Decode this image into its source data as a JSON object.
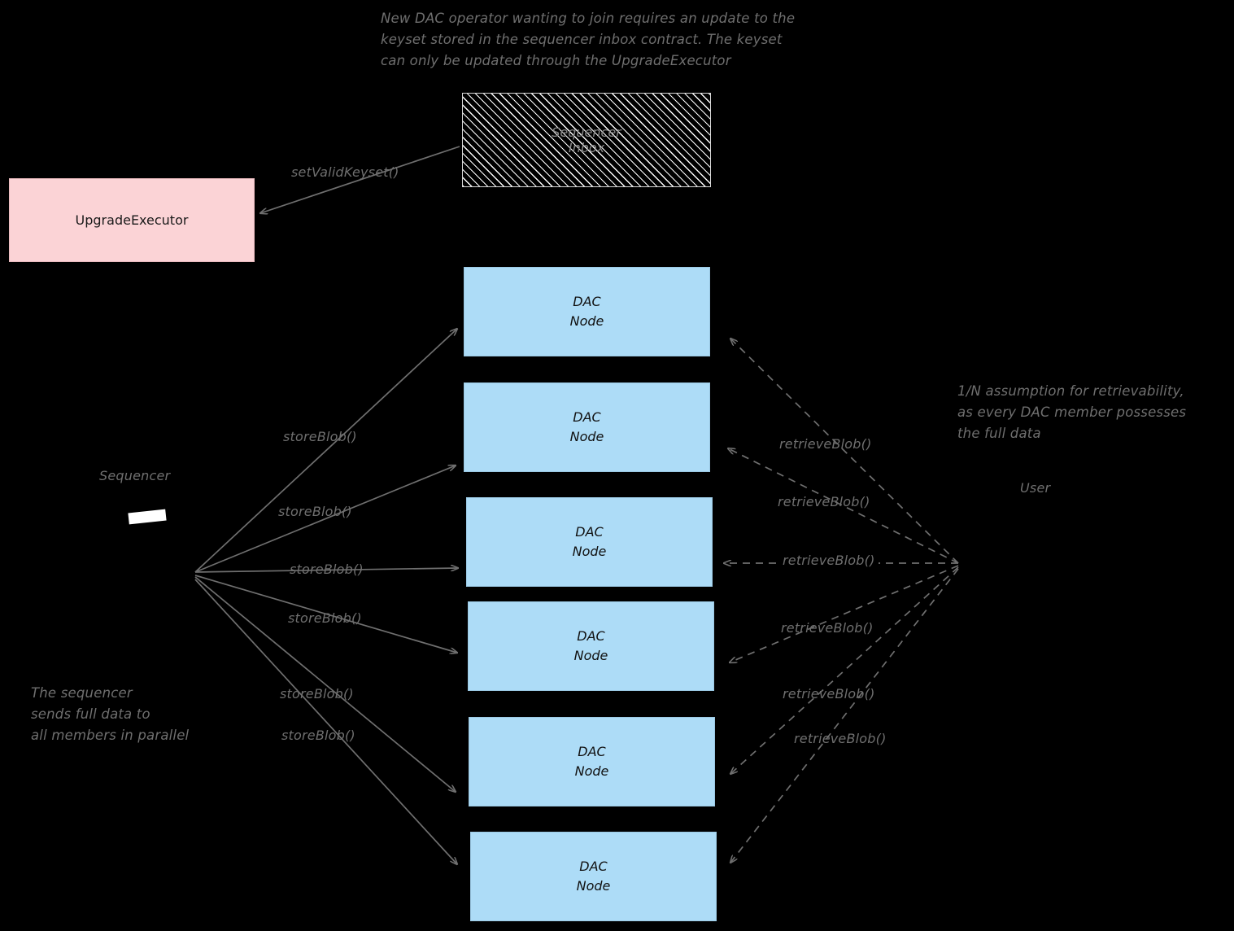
{
  "diagram": {
    "title_note": "New DAC operator wanting to join requires an update to the\nkeyset stored in the sequencer inbox contract. The keyset\ncan only be updated through the UpgradeExecutor",
    "notes": [
      {
        "id": "retrievability-note",
        "text": "1/N assumption for retrievability,\nas every DAC member possesses\nthe full data"
      },
      {
        "id": "sequencer-note",
        "text": "The sequencer\nsends full data to\nall members in parallel"
      }
    ],
    "actors": [
      {
        "id": "sequencer",
        "label": "Sequencer"
      },
      {
        "id": "user",
        "label": "User"
      }
    ],
    "nodes": {
      "upgrade_executor": {
        "label": "UpgradeExecutor",
        "color": "#fbd3d6"
      },
      "sequencer_inbox": {
        "label": "Sequencer\nInbox",
        "color": "#000000"
      },
      "dac_nodes": [
        {
          "label": "DAC\nNode"
        },
        {
          "label": "DAC\nNode"
        },
        {
          "label": "DAC\nNode"
        },
        {
          "label": "DAC\nNode"
        },
        {
          "label": "DAC\nNode"
        },
        {
          "label": "DAC\nNode"
        }
      ]
    },
    "edge_labels": {
      "set_valid_keyset": "setValidKeyset()",
      "store_blob": [
        "storeBlob()",
        "storeBlob()",
        "storeBlob()",
        "storeBlob()",
        "storeBlob()",
        "storeBlob()"
      ],
      "retrieve_blob": [
        "retrieveBlob()",
        "retrieveBlob()",
        "retrieveBlob()",
        "retrieveBlob()",
        "retrieveBlob()",
        "retrieveBlob()"
      ]
    },
    "colors": {
      "background": "#000000",
      "dac_node_fill": "#addcf7",
      "upgrade_executor_fill": "#fbd3d6",
      "edge": "#6f6f6f",
      "note_text": "#6f6f6f"
    }
  }
}
